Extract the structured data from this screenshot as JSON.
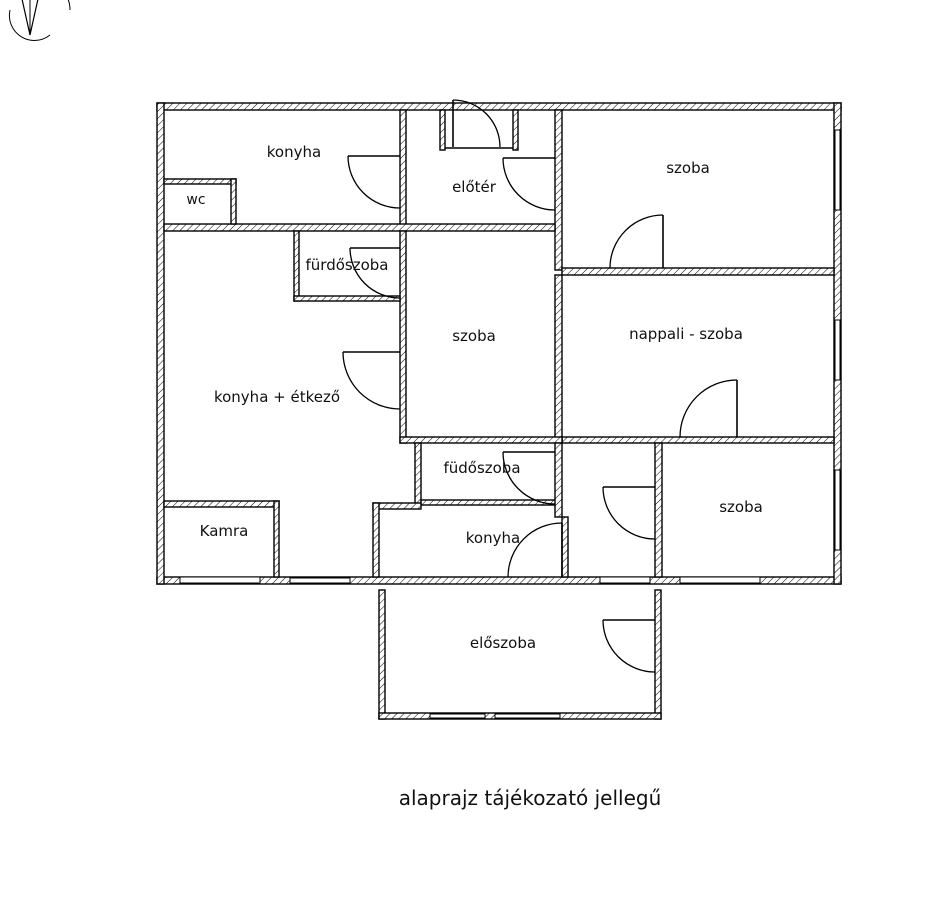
{
  "plan": {
    "rooms": {
      "konyha_top": "konyha",
      "wc": "wc",
      "eloter": "előtér",
      "szoba_top": "szoba",
      "furdoszoba": "fürdőszoba",
      "szoba_middle": "szoba",
      "nappali": "nappali - szoba",
      "konyha_etkezo": "konyha + étkező",
      "fudoszoba": "füdőszoba",
      "szoba_right": "szoba",
      "kamra": "Kamra",
      "konyha_bottom": "konyha",
      "eloszoba": "előszoba"
    },
    "caption": "alaprajz tájékozató jellegű"
  }
}
